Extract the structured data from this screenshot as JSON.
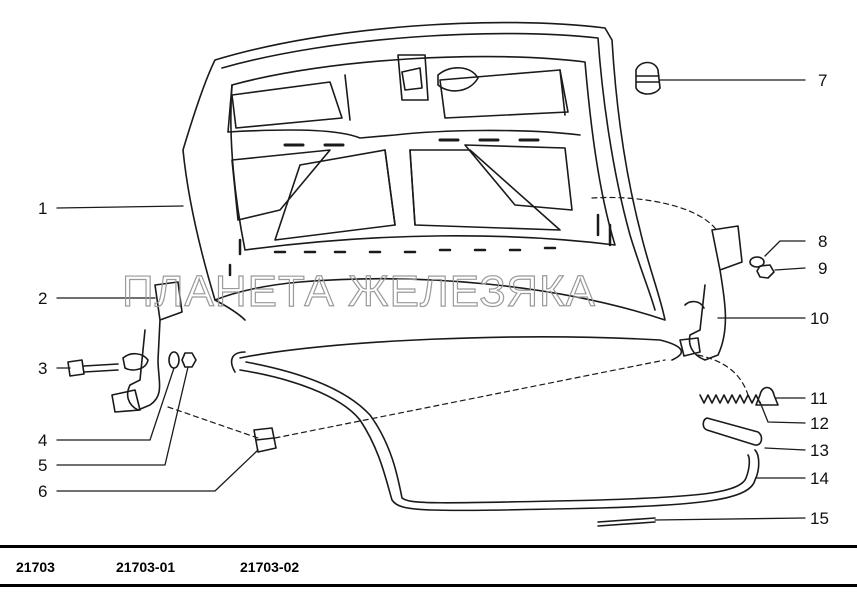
{
  "watermark": "ПЛАНЕТА ЖЕЛЕЗЯКА",
  "callouts": [
    "1",
    "2",
    "3",
    "4",
    "5",
    "6",
    "7",
    "8",
    "9",
    "10",
    "11",
    "12",
    "13",
    "14",
    "15"
  ],
  "models": [
    "21703",
    "21703-01",
    "21703-02"
  ]
}
